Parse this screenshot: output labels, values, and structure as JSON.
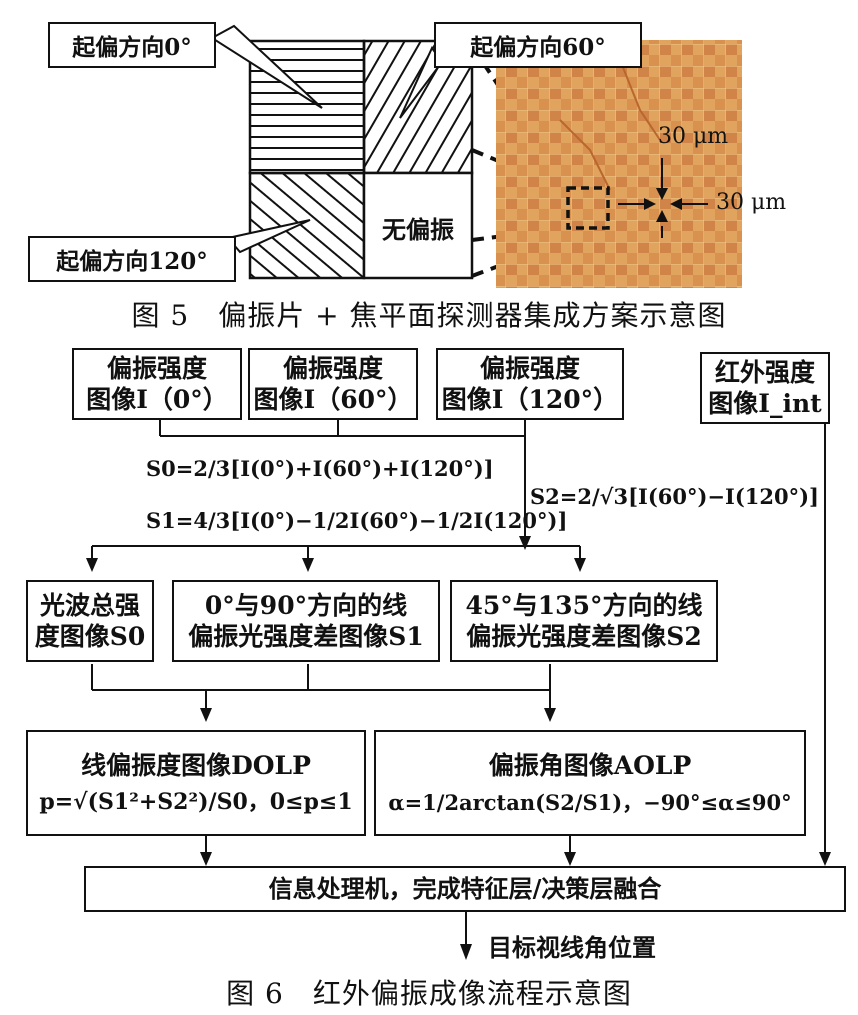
{
  "fig5": {
    "label_0": "起偏方向0°",
    "label_60": "起偏方向60°",
    "label_120": "起偏方向120°",
    "label_none": "无偏振",
    "dim_v": "30 μm",
    "dim_h": "30 μm",
    "caption": "图 5　偏振片 + 焦平面探测器集成方案示意图"
  },
  "fig6": {
    "box_i0_l1": "偏振强度",
    "box_i0_l2": "图像I（0°）",
    "box_i60_l1": "偏振强度",
    "box_i60_l2": "图像I（60°）",
    "box_i120_l1": "偏振强度",
    "box_i120_l2": "图像I（120°）",
    "box_int_l1": "红外强度",
    "box_int_l2": "图像I_int",
    "formula_s0": "S0=2/3[I(0°)+I(60°)+I(120°)]",
    "formula_s1": "S1=4/3[I(0°)−1/2I(60°)−1/2I(120°)]",
    "formula_s2": "S2=2/√3[I(60°)−I(120°)]",
    "box_s0_l1": "光波总强",
    "box_s0_l2": "度图像S0",
    "box_s1_l1": "0°与90°方向的线",
    "box_s1_l2": "偏振光强度差图像S1",
    "box_s2_l1": "45°与135°方向的线",
    "box_s2_l2": "偏振光强度差图像S2",
    "box_dolp_l1": "线偏振度图像DOLP",
    "box_dolp_l2": "p=√(S1²+S2²)/S0，0≤p≤1",
    "box_aolp_l1": "偏振角图像AOLP",
    "box_aolp_l2": "α=1/2arctan(S2/S1)，−90°≤α≤90°",
    "box_fusion": "信息处理机，完成特征层/决策层融合",
    "output": "目标视线角位置",
    "caption": "图 6　红外偏振成像流程示意图"
  }
}
